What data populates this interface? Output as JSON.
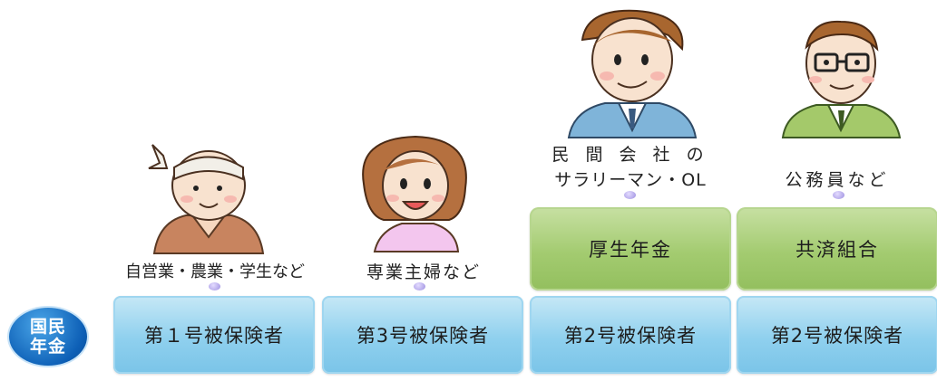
{
  "badge": {
    "line1": "国民",
    "line2": "年金"
  },
  "groups": [
    {
      "label": "自営業・農業・学生など",
      "box": "第１号被保険者"
    },
    {
      "label": "専業主婦など",
      "box": "第3号被保険者"
    },
    {
      "label_line1": "民 間 会 社 の",
      "label_line2": "サラリーマン・OL",
      "upper_box": "厚生年金",
      "box": "第2号被保険者"
    },
    {
      "label": "公務員など",
      "upper_box": "共済組合",
      "box": "第2号被保険者"
    }
  ],
  "colors": {
    "blue_box": "#8fd0ee",
    "green_box": "#a3cb70",
    "badge": "#0d5fb6",
    "dot": "#9d8fe0"
  },
  "icons": [
    "farmer-icon",
    "housewife-icon",
    "salaryman-icon",
    "civil-servant-icon"
  ]
}
